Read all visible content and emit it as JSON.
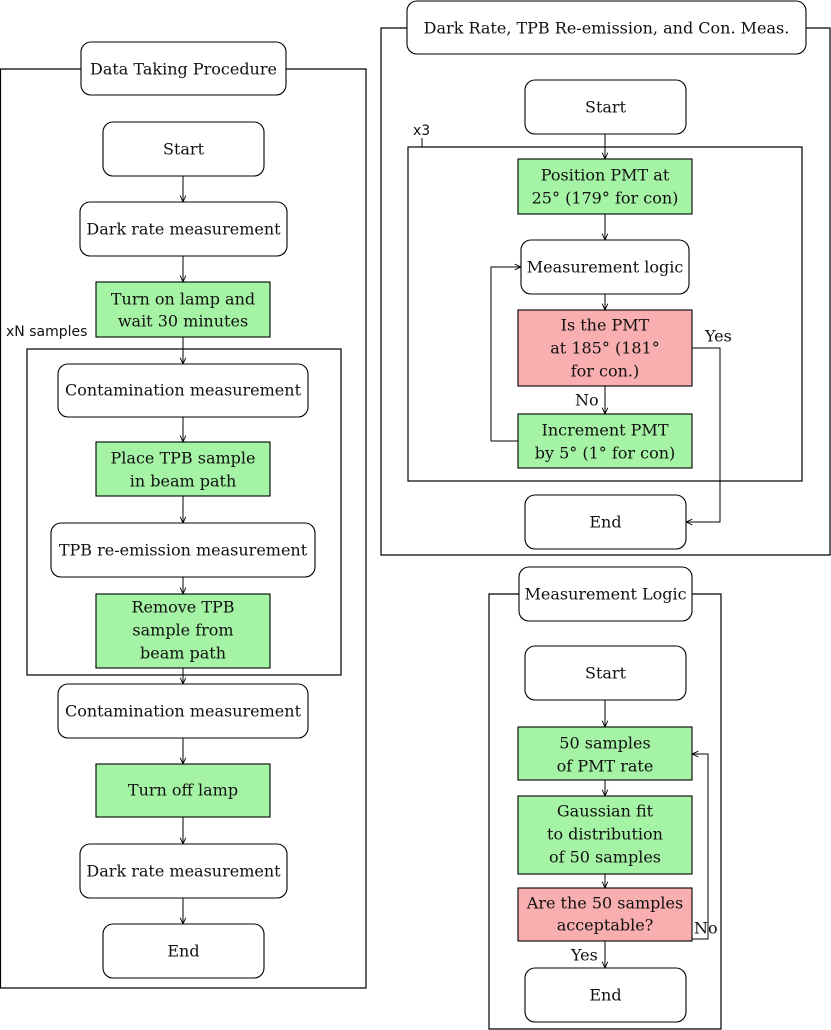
{
  "colors": {
    "action": "#a5f3a5",
    "decision": "#f9aeb0",
    "plain": "#ffffff"
  },
  "titles": {
    "procedure": "Data Taking Procedure",
    "dark_rate": "Dark Rate, TPB Re-emission, and Con. Meas.",
    "logic": "Measurement Logic"
  },
  "loops": {
    "samples": "xN samples",
    "repeat": "x3"
  },
  "procedure": {
    "start": "Start",
    "dark1": "Dark rate measurement",
    "lamp_on": [
      "Turn on lamp and",
      "wait 30 minutes"
    ],
    "contam1": "Contamination measurement",
    "place": [
      "Place TPB sample",
      "in beam path"
    ],
    "tpb": "TPB re-emission measurement",
    "remove": [
      "Remove TPB",
      "sample from",
      "beam path"
    ],
    "contam2": "Contamination measurement",
    "lamp_off": "Turn off lamp",
    "dark2": "Dark rate measurement",
    "end": "End"
  },
  "dark_rate": {
    "start": "Start",
    "position": [
      "Position PMT at",
      "25° (179° for con)"
    ],
    "logic": "Measurement logic",
    "decision": [
      "Is the PMT",
      "at 185° (181°",
      "for con.)"
    ],
    "increment": [
      "Increment PMT",
      "by 5° (1° for con)"
    ],
    "end": "End",
    "yes": "Yes",
    "no": "No"
  },
  "logic": {
    "start": "Start",
    "samples": [
      "50 samples",
      "of PMT rate"
    ],
    "fit": [
      "Gaussian fit",
      "to distribution",
      "of 50 samples"
    ],
    "decision": [
      "Are the 50 samples",
      "acceptable?"
    ],
    "end": "End",
    "yes": "Yes",
    "no": "No"
  }
}
